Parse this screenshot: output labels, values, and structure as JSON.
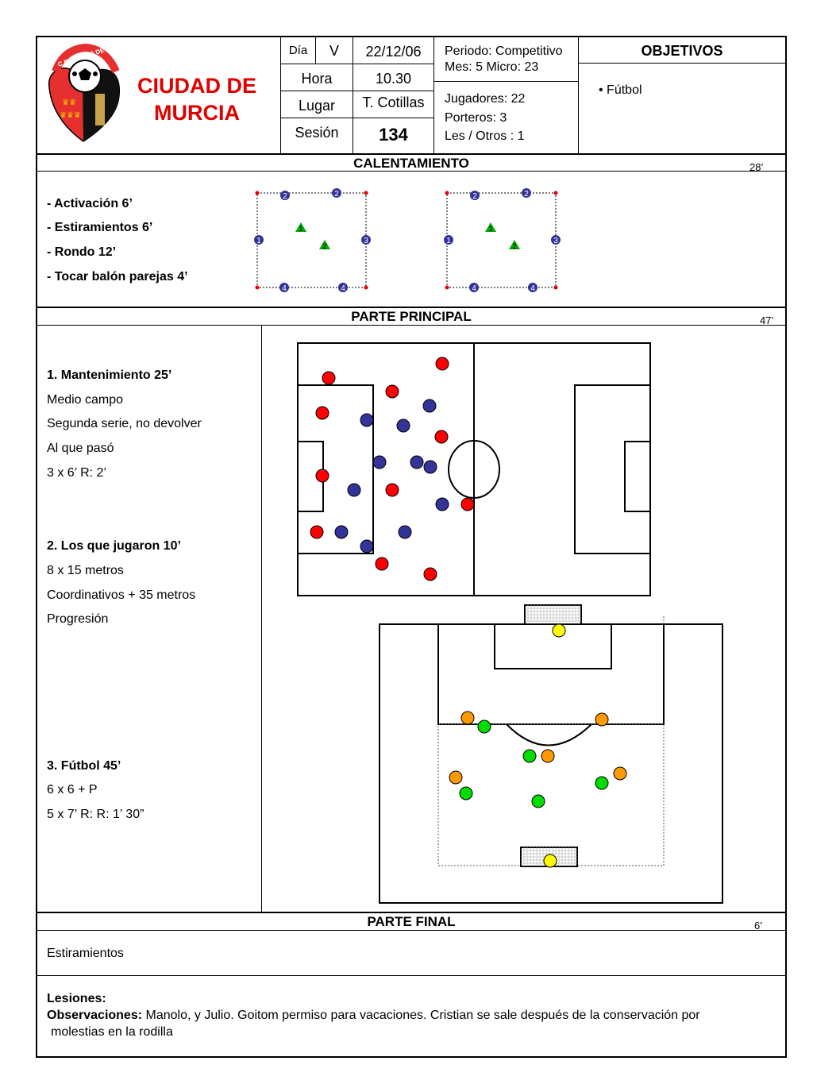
{
  "club": {
    "name_line1": "CIUDAD DE",
    "name_line2": "MURCIA",
    "logo_ring_text": "C.F. CIUDAD DE MURCIA",
    "color": "#e00000"
  },
  "header": {
    "dia_label": "Día",
    "dia_value": "V",
    "date": "22/12/06",
    "hora_label": "Hora",
    "hora_value": "10.30",
    "lugar_label": "Lugar",
    "lugar_value": "T. Cotillas",
    "sesion_label": "Sesión",
    "sesion_value": "134",
    "periodo": "Periodo: Competitivo",
    "mes_micro": "Mes: 5 Micro: 23",
    "jugadores": "Jugadores:  22",
    "porteros": "Porteros: 3",
    "les_otros": "Les / Otros : 1",
    "objetivos_label": "OBJETIVOS",
    "objetivos_item": "• Fútbol"
  },
  "calentamiento": {
    "title": "CALENTAMIENTO",
    "time": "28’",
    "items": [
      "-  Activación  6’",
      "-  Estiramientos 6’",
      "-  Rondo 12’",
      "- Tocar balón parejas 4’"
    ],
    "rondo_numbers": [
      "1",
      "2",
      "3",
      "4"
    ]
  },
  "principal": {
    "title": "PARTE PRINCIPAL",
    "time": "47’",
    "ex1_title": "1.  Mantenimiento 25’",
    "ex1_lines": [
      "Medio campo",
      "Segunda serie, no devolver",
      "Al que pasó",
      "3 x 6’  R: 2’"
    ],
    "ex2_title": "2. Los que jugaron  10’",
    "ex2_lines": [
      "8 x 15 metros",
      "Coordinativos + 35 metros",
      "Progresión"
    ],
    "ex3_title": "3. Fútbol 45’",
    "ex3_lines": [
      "6 x 6 + P",
      "5 x 7’ R: R: 1’ 30”"
    ],
    "colors": {
      "red": "#ff0000",
      "blue": "#333399",
      "orange": "#ff6633",
      "green": "#00dd00",
      "yellow": "#ffff00",
      "amber": "#ff9900"
    }
  },
  "final": {
    "title": "PARTE FINAL",
    "time": "6’",
    "text": "Estiramientos"
  },
  "notes": {
    "lesiones_label": "Lesiones:",
    "obs_label": "Observaciones:",
    "obs_text": " Manolo, y Julio. Goitom permiso para vacaciones. Cristian se sale después de la conservación por",
    "obs_text2": "molestias en la rodilla"
  }
}
